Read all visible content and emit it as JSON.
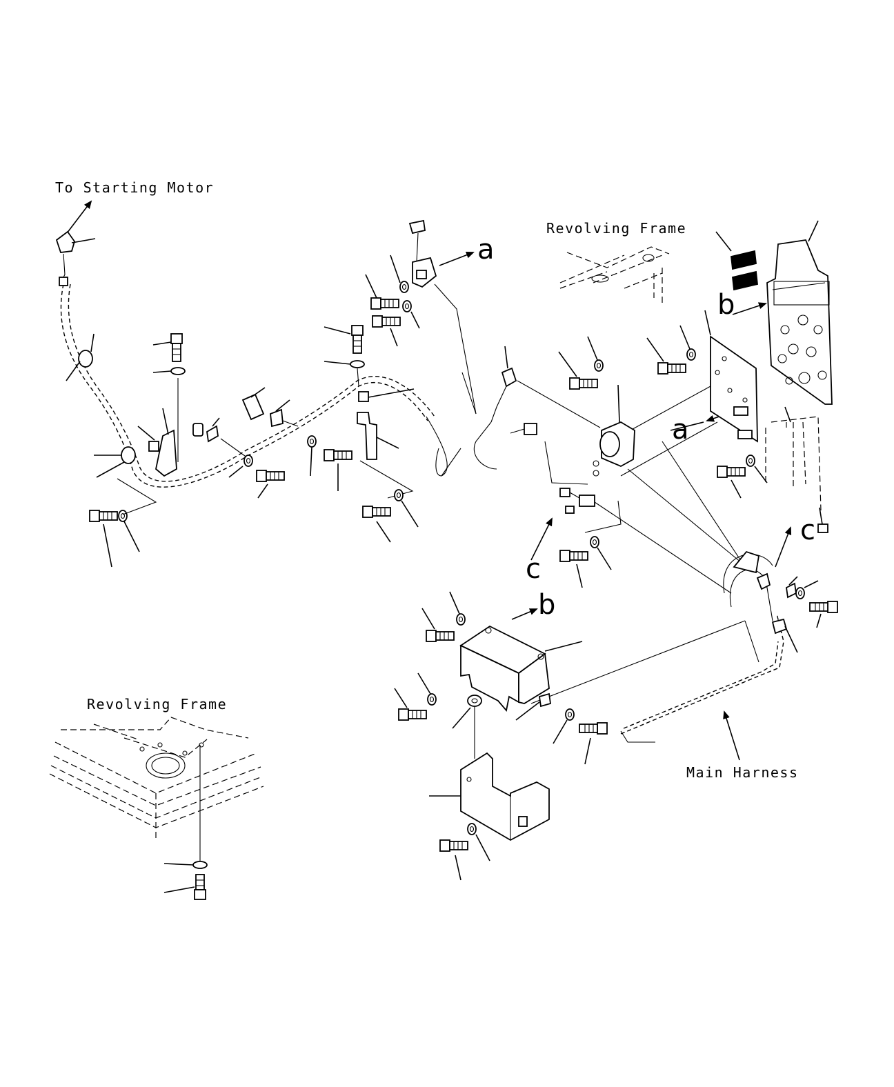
{
  "labels": {
    "to_starting_motor": "To Starting Motor",
    "revolving_frame_top": "Revolving Frame",
    "revolving_frame_bottom": "Revolving Frame",
    "main_harness": "Main Harness"
  },
  "reference_marks": {
    "a_top": "a",
    "a_right": "a",
    "b_top": "b",
    "b_bottom": "b",
    "c_right": "c",
    "c_bottom": "c"
  }
}
